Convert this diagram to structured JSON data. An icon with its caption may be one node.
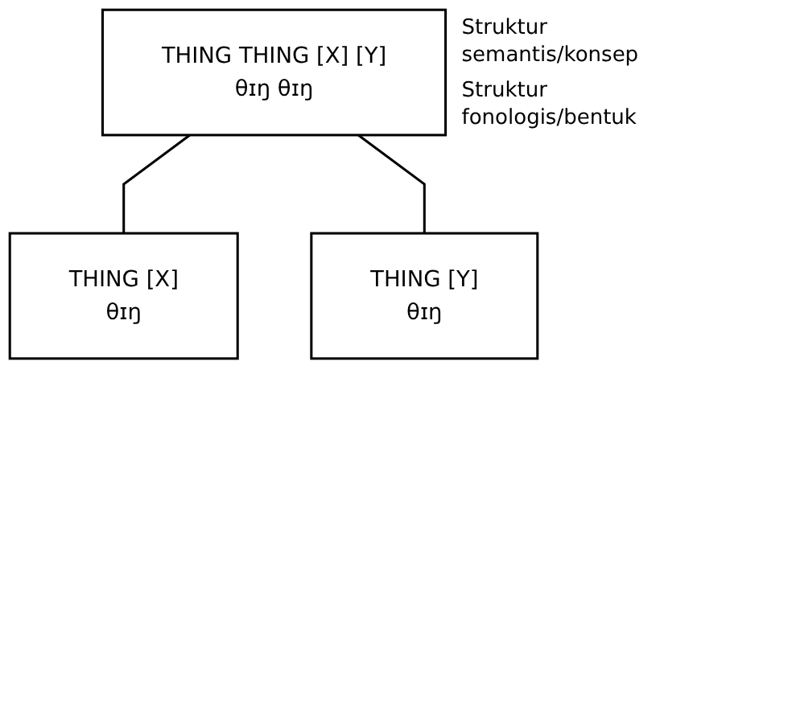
{
  "diagram": {
    "nodes": [
      {
        "text": [
          "THING THING [X] [Y]",
          "θɪŋ θɪŋ"
        ],
        "beside": [
          "Struktur semantis/konsep",
          "Struktur fonologis/bentuk"
        ]
      },
      {
        "text": [
          "THING [X]",
          "θɪŋ"
        ]
      },
      {
        "text": [
          "THING [Y]",
          "θɪŋ"
        ]
      }
    ],
    "edges": [
      {
        "from": 0,
        "to": 1,
        "arrow": "none"
      },
      {
        "from": 0,
        "to": 2,
        "arrow": "none"
      }
    ]
  }
}
